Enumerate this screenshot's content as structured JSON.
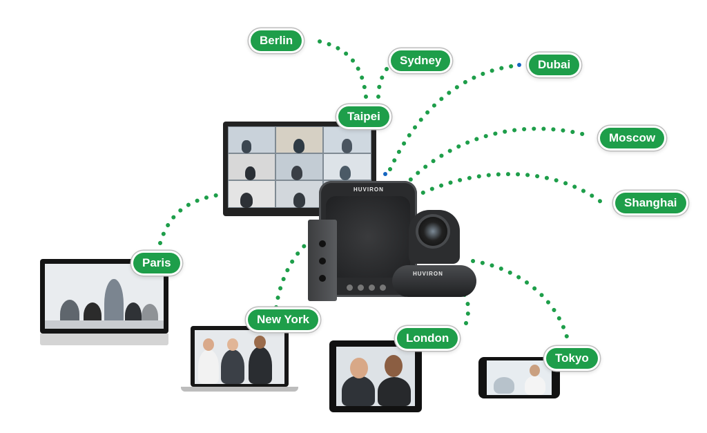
{
  "product": {
    "speaker_brand": "HUVIRON",
    "camera_brand": "HUVIRON"
  },
  "cities": [
    {
      "name": "Berlin"
    },
    {
      "name": "Sydney"
    },
    {
      "name": "Dubai"
    },
    {
      "name": "Taipei"
    },
    {
      "name": "Moscow"
    },
    {
      "name": "Shanghai"
    },
    {
      "name": "Paris"
    },
    {
      "name": "New York"
    },
    {
      "name": "London"
    },
    {
      "name": "Tokyo"
    }
  ],
  "colors": {
    "link_green": "#1e9e4a",
    "badge_green": "#1e9e4a",
    "dot_blue": "#1565c0"
  },
  "devices": [
    {
      "type": "wall-display"
    },
    {
      "type": "monitor"
    },
    {
      "type": "laptop"
    },
    {
      "type": "tablet"
    },
    {
      "type": "smartphone"
    },
    {
      "type": "speakerphone"
    },
    {
      "type": "ptz-camera"
    },
    {
      "type": "io-box"
    }
  ]
}
